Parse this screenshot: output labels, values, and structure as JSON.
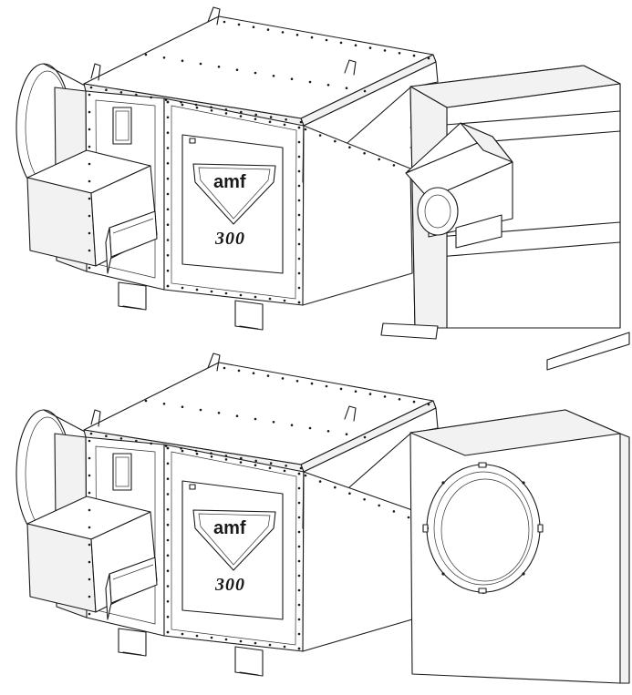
{
  "views": [
    {
      "id": "top",
      "variant": "motor",
      "brand": "amf",
      "model": "300"
    },
    {
      "id": "bottom",
      "variant": "fan-housing",
      "brand": "amf",
      "model": "300"
    }
  ],
  "colors": {
    "line": "#1a1a1a",
    "background": "#ffffff"
  }
}
